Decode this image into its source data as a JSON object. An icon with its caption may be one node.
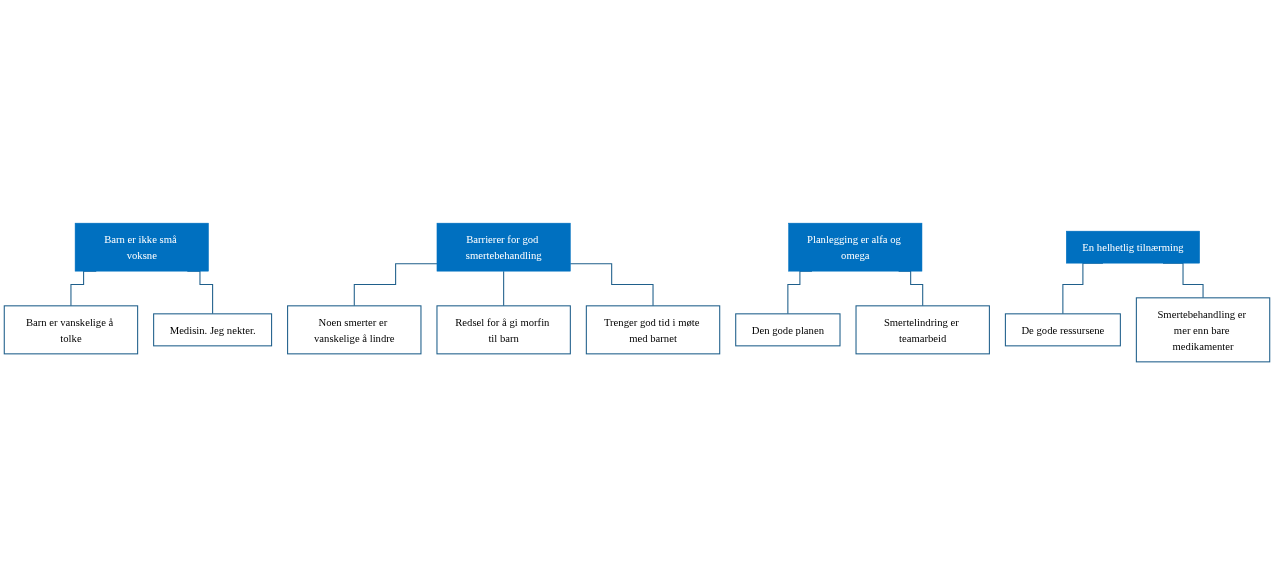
{
  "diagram": {
    "nodes": [
      {
        "text": [
          "Barn er ikke små voksne"
        ]
      },
      {
        "text": [
          "Barn er vanskelige å tolke"
        ]
      },
      {
        "text": [
          "Medisin. Jeg nekter."
        ]
      },
      {
        "text": [
          "Barrierer for god smertebehandling"
        ]
      },
      {
        "text": [
          "Noen smerter er vanskelige å lindre"
        ]
      },
      {
        "text": [
          "Redsel for å gi morfin til barn"
        ]
      },
      {
        "text": [
          "Trenger god tid i møte med barnet"
        ]
      },
      {
        "text": [
          "Planlegging er alfa og omega"
        ]
      },
      {
        "text": [
          "Den gode planen"
        ]
      },
      {
        "text": [
          "Smertelindring er teamarbeid"
        ]
      },
      {
        "text": [
          "En helhetlig tilnærming"
        ]
      },
      {
        "text": [
          "De gode ressursene"
        ]
      },
      {
        "text": [
          "Smertebehandling er mer enn bare medikamenter"
        ]
      }
    ],
    "edges": [
      {
        "from": 0,
        "to": 1,
        "arrow": "none"
      },
      {
        "from": 0,
        "to": 2,
        "arrow": "none"
      },
      {
        "from": 3,
        "to": 4,
        "arrow": "none"
      },
      {
        "from": 3,
        "to": 5,
        "arrow": "none"
      },
      {
        "from": 3,
        "to": 6,
        "arrow": "none"
      },
      {
        "from": 7,
        "to": 8,
        "arrow": "none"
      },
      {
        "from": 7,
        "to": 9,
        "arrow": "none"
      },
      {
        "from": 10,
        "to": 11,
        "arrow": "none"
      },
      {
        "from": 10,
        "to": 12,
        "arrow": "none"
      }
    ]
  }
}
